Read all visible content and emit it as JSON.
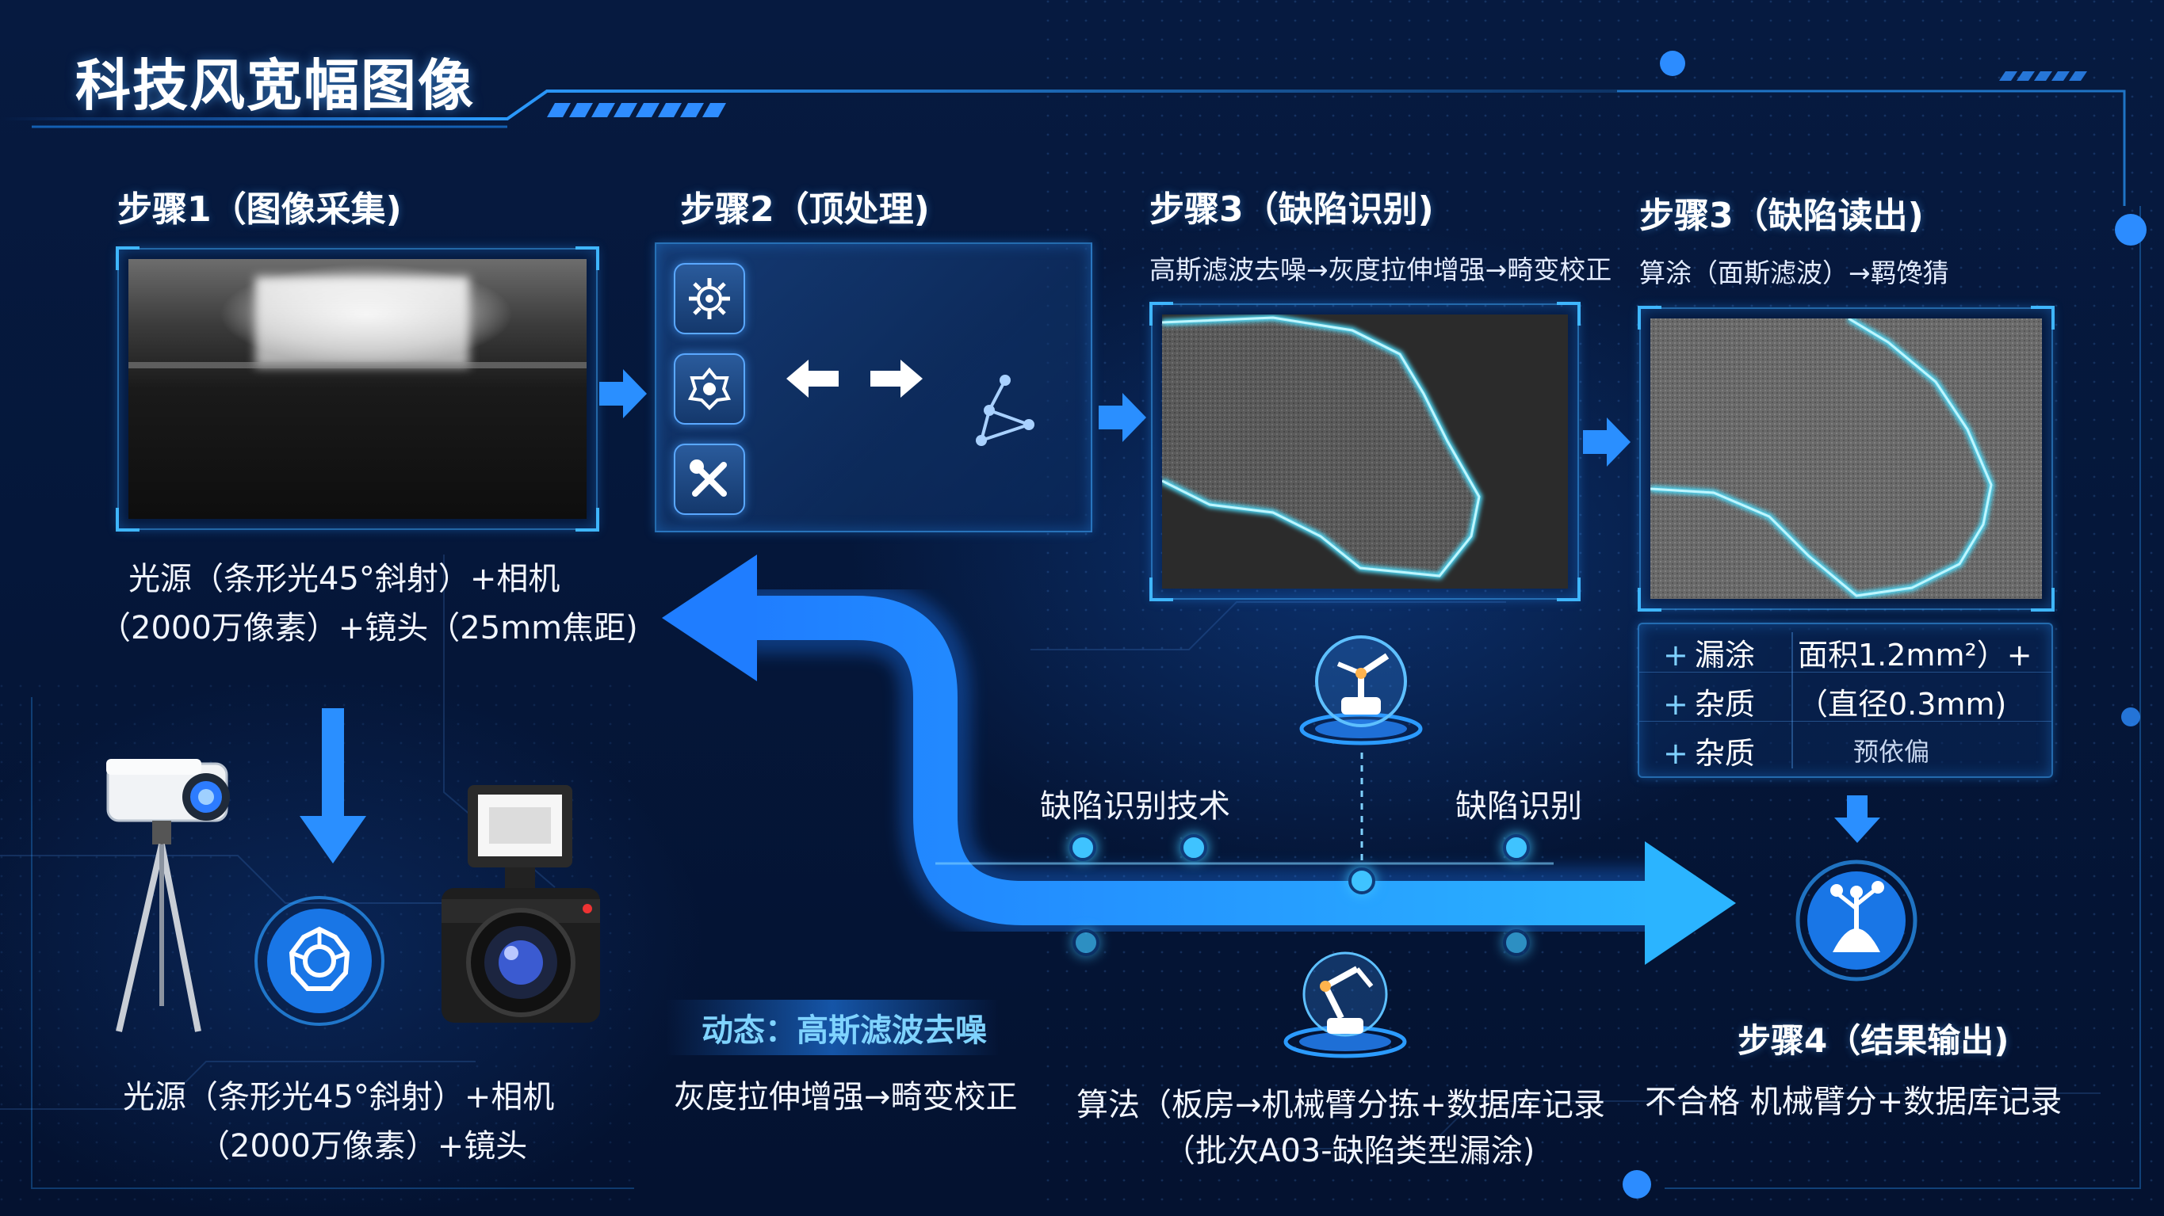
{
  "page": {
    "title": "科技风宽幅图像"
  },
  "steps": [
    {
      "title": "步骤1（图像采集)",
      "caption_line1": "光源（条形光45°斜射）+相机",
      "caption_line2": "（2000万像素）+镜头（25mm焦距)"
    },
    {
      "title": "步骤2（顶处理)"
    },
    {
      "title": "步骤3（缺陷识别)",
      "subtitle": "高斯滤波去噪→灰度拉伸增强→畸变校正"
    },
    {
      "title": "步骤3（缺陷读出)",
      "subtitle": "算涂（面斯滤波）→羁馋猜"
    }
  ],
  "results": [
    {
      "label": "漏涂",
      "value": "面积1.2mm²）+"
    },
    {
      "label": "杂质",
      "value": "（直径0.3mm)"
    },
    {
      "label": "杂质",
      "value": "预依偏"
    }
  ],
  "flow": {
    "label_tech": "缺陷识别技术",
    "label_ident": "缺陷识别"
  },
  "bottom": {
    "left_line1": "光源（条形光45°斜射）+相机",
    "left_line2": "（2000万像素）+镜头",
    "mid_badge": "动态：高斯滤波去噪",
    "mid_line": "灰度拉伸增强→畸变校正",
    "algo_line1": "算法（板房→机械臂分拣+数据库记录",
    "algo_line2": "（批次A03-缺陷类型漏涂)",
    "step4_title": "步骤4（结果输出)",
    "step4_line": "不合格  机械臂分+数据库记录"
  },
  "colors": {
    "accent": "#3fb6ff",
    "arrow": "#1e8fff",
    "background": "#04122e"
  }
}
